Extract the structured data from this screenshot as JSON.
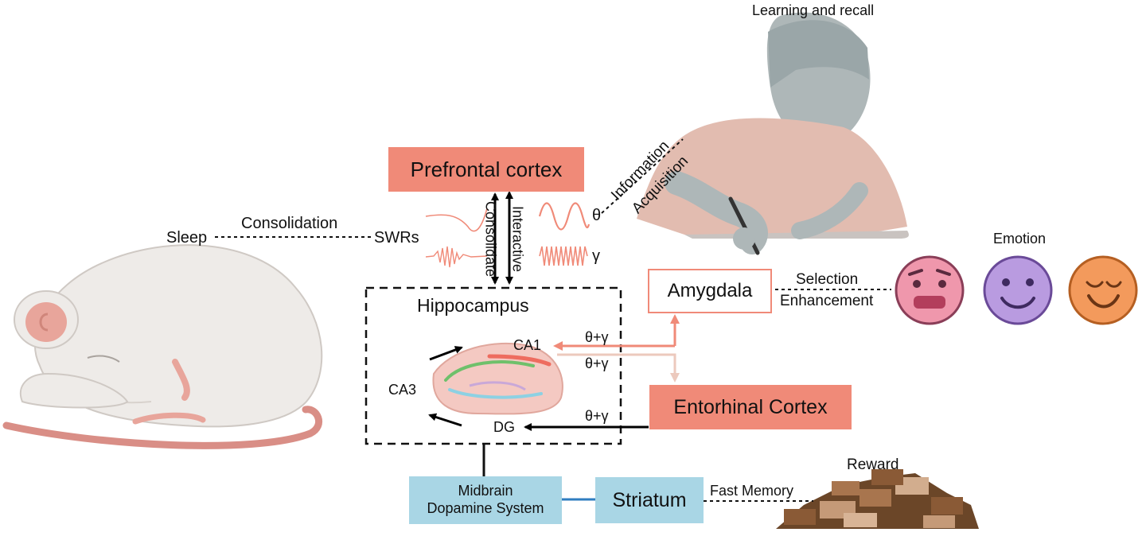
{
  "labels": {
    "learning": "Learning and recall",
    "prefrontal": "Prefrontal cortex",
    "hippocampus": "Hippocampus",
    "amygdala": "Amygdala",
    "entorhinal": "Entorhinal Cortex",
    "midbrain_line1": "Midbrain",
    "midbrain_line2": "Dopamine System",
    "striatum": "Striatum",
    "sleep": "Sleep",
    "consolidation": "Consolidation",
    "swrs": "SWRs",
    "consolidate": "Consolidate",
    "interactive": "Interactive",
    "theta": "θ",
    "gamma": "γ",
    "information": "Information",
    "acquisition": "Acquisition",
    "selection": "Selection",
    "enhancement": "Enhancement",
    "emotion": "Emotion",
    "ca1": "CA1",
    "ca3": "CA3",
    "dg": "DG",
    "theta_gamma": "θ+γ",
    "fast_memory": "Fast Memory",
    "reward": "Reward"
  },
  "colors": {
    "salmon": "#f08a78",
    "salmon_light": "#ecc9bd",
    "blue_box": "#a9d6e5",
    "blue_line": "#2f7dc0",
    "face_pink": "#ef97ac",
    "face_purple": "#b99be0",
    "face_orange": "#f39a5c",
    "rat": "#eeebe8"
  }
}
